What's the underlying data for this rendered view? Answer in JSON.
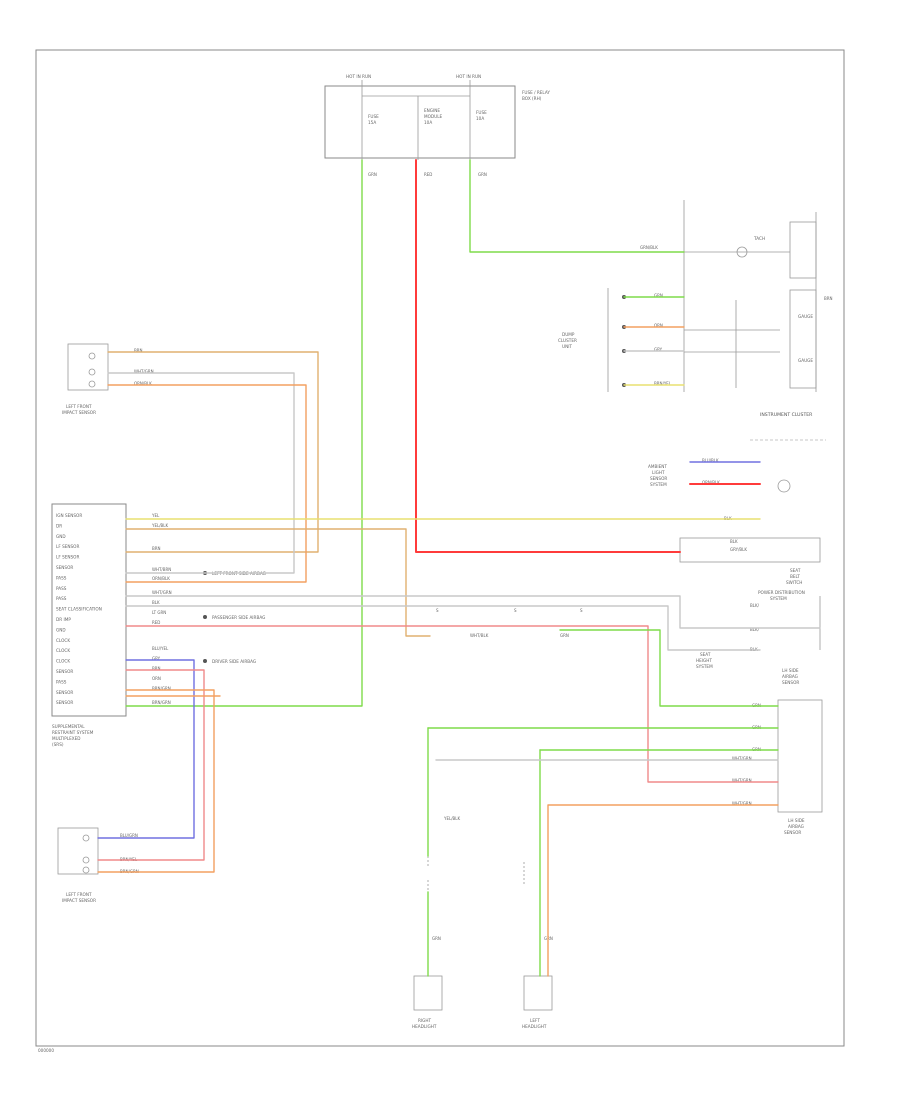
{
  "colors": {
    "yellow": "#e8e070",
    "green": "#7fdc4a",
    "red": "#ff3b3b",
    "pink": "#f08a8a",
    "orange": "#f3a060",
    "blue": "#7070e0",
    "grey": "#c8c8c8",
    "tan": "#e0b070"
  },
  "footer": {
    "code": "000000"
  },
  "fuse_box": {
    "hot_left": "HOT IN RUN",
    "hot_right": "HOT IN RUN",
    "title_1": "FUSE / RELAY",
    "title_2": "BOX (RH)",
    "fuse_1_a": "FUSE",
    "fuse_1_b": "15A",
    "fuse_2_a": "ENGINE",
    "fuse_2_b": "MODULE",
    "fuse_2_c": "10A",
    "fuse_3_a": "FUSE",
    "fuse_3_b": "10A",
    "wire_1": "GRN",
    "wire_2": "RED",
    "wire_3": "GRN"
  },
  "instrument_cluster": {
    "title": "INSTRUMENT CLUSTER",
    "side_label": "BRN",
    "w1": "GRN/BLK",
    "w2": "GRN",
    "w3": "ORN",
    "w4": "GRY",
    "w5": "BRN/YEL",
    "group_1": "DUMP",
    "group_2": "CLUSTER",
    "group_3": "UNIT",
    "sub_1": "TACH",
    "sub_2": "GAUGE",
    "sub_3": "GAUGE"
  },
  "ambient": {
    "label_1": "AMBIENT",
    "label_2": "LIGHT",
    "label_3": "SENSOR",
    "label_4": "SYSTEM",
    "w1": "BLU/BLK",
    "w2": "ORN/BLK"
  },
  "left_front_sensor": {
    "name_1": "LEFT FRONT",
    "name_2": "IMPACT SENSOR",
    "w1": "BRN",
    "w2": "WHT/GRN",
    "w3": "ORN/BLK"
  },
  "module": {
    "name_1": "SUPPLEMENTAL",
    "name_2": "RESTRAINT SYSTEM",
    "name_3": "MULTIPLEXED",
    "name_4": "(SRS)",
    "pins": [
      "IGN SENSOR",
      "DR",
      "GND",
      "LF SENSOR",
      "LF SENSOR",
      "SENSOR",
      "PASS",
      "PASS",
      "PASS",
      "SEAT CLASSIFICATION",
      "DR IMP",
      "GND",
      "CLOCK",
      "CLOCK",
      "CLOCK",
      "SENSOR",
      "PASS",
      "SENSOR",
      "SENSOR"
    ],
    "wires": [
      "YEL",
      "YEL/BLK",
      "BRN",
      "WHT/BRN",
      "ORN/BLK",
      "WHT/GRN",
      "BLK",
      "LT GRN",
      "RED",
      "BLU/YEL",
      "GRY",
      "BRN",
      "ORN",
      "BRN/GRN",
      "BRN/GRN"
    ],
    "note_1": "LEFT FRONT SIDE AIRBAG",
    "note_2": "PASSENGER SIDE AIRBAG",
    "note_3": "DRIVER SIDE AIRBAG"
  },
  "right_front_sensor": {
    "name_1": "LEFT FRONT",
    "name_2": "IMPACT SENSOR",
    "w1": "BLU/GRN",
    "w2": "BRN/YEL",
    "w3": "BRN/GRN"
  },
  "seat_belt_switch": {
    "name_1": "SEAT",
    "name_2": "BELT",
    "name_3": "SWITCH",
    "w1": "BLK",
    "w2": "GRY/BLK",
    "w3": "BLK"
  },
  "right_side_conn": {
    "label_1": "POWER DISTRIBUTION",
    "label_2": "SYSTEM",
    "w1": "BLK/",
    "w2": "BLK/",
    "w3": "BLK",
    "sub_1": "SEAT",
    "sub_2": "HEIGHT",
    "sub_3": "SYSTEM",
    "note_1": "LH SIDE",
    "note_2": "AIRBAG",
    "note_3": "SENSOR"
  },
  "lower_right": {
    "name_1": "LH SIDE",
    "name_2": "AIRBAG",
    "name_3": "SENSOR",
    "w1": "GRN",
    "w2": "GRN",
    "w3": "GRN",
    "w4": "WHT/GRN",
    "w5": "WHT/GRN",
    "w6": "WHT/GRN"
  },
  "bottom_devices": {
    "right_name_1": "RIGHT",
    "right_name_2": "HEADLIGHT",
    "left_name_1": "LEFT",
    "left_name_2": "HEADLIGHT",
    "right_wire": "GRN",
    "left_wire": "GRN",
    "right_mid": "YEL/BLK"
  },
  "mid_labels": {
    "splice_1": "S",
    "splice_2": "S",
    "splice_3": "S",
    "conn_1": "WHT/BLK",
    "conn_2": "GRN"
  }
}
